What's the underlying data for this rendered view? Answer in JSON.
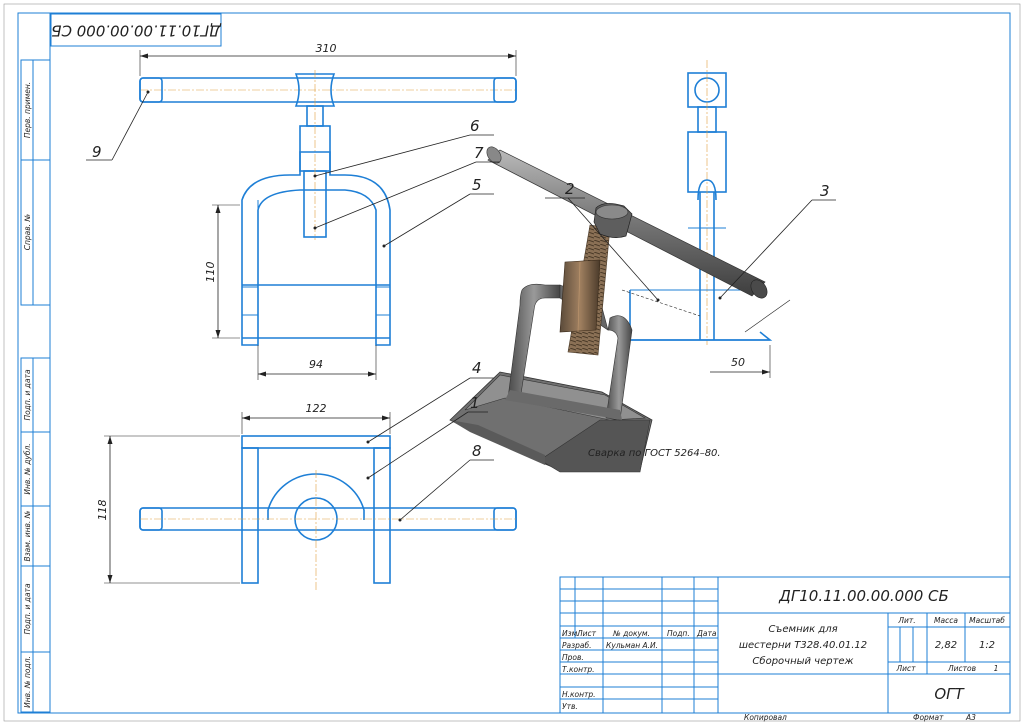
{
  "drawing": {
    "designation": "ДГ10.11.00.00.000 СБ",
    "designation_stamp": "ДГ10.11.00.00.000 СБ",
    "name_line1": "Съемник для",
    "name_line2": "шестерни Т328.40.01.12",
    "name_line3": "Сборочный чертеж",
    "organization": "ОГТ",
    "mass": "2,82",
    "scale": "1:2",
    "sheets": "1",
    "weld_note": "Сварка по ГОСТ 5264–80.",
    "copied": "Копировал",
    "format_label": "Формат",
    "format_value": "А3"
  },
  "title_block": {
    "col_izm": "Изм.",
    "col_list": "Лист",
    "col_doc": "№ докум.",
    "col_sign": "Подп.",
    "col_date": "Дата",
    "row_razrab": "Разраб.",
    "razrab_name": "Кульман А.И.",
    "row_prov": "Пров.",
    "row_tkontr": "Т.контр.",
    "row_nkontr": "Н.контр.",
    "row_utv": "Утв.",
    "hdr_lit": "Лит.",
    "hdr_mass": "Масса",
    "hdr_scale": "Масштаб",
    "hdr_sheet": "Лист",
    "hdr_sheets": "Листов"
  },
  "side_stamp": {
    "perv_primen": "Перв. примен.",
    "sprav": "Справ. №",
    "podp_data_1": "Подп. и дата",
    "inv_dubl": "Инв. № дубл.",
    "vzam_inv": "Взам. инв. №",
    "podp_data_2": "Подп. и дата",
    "inv_podl": "Инв. № подл."
  },
  "dimensions": {
    "width_310": "310",
    "height_110": "110",
    "width_94": "94",
    "width_122": "122",
    "height_118": "118",
    "width_50": "50"
  },
  "callouts": {
    "p1": "1",
    "p2": "2",
    "p3": "3",
    "p4": "4",
    "p5": "5",
    "p6": "6",
    "p7": "7",
    "p8": "8",
    "p9": "9"
  },
  "colors": {
    "line_blue": "#1e7fd6",
    "model_gray": "#6e6e6e",
    "axis_orange": "#e0a040"
  }
}
